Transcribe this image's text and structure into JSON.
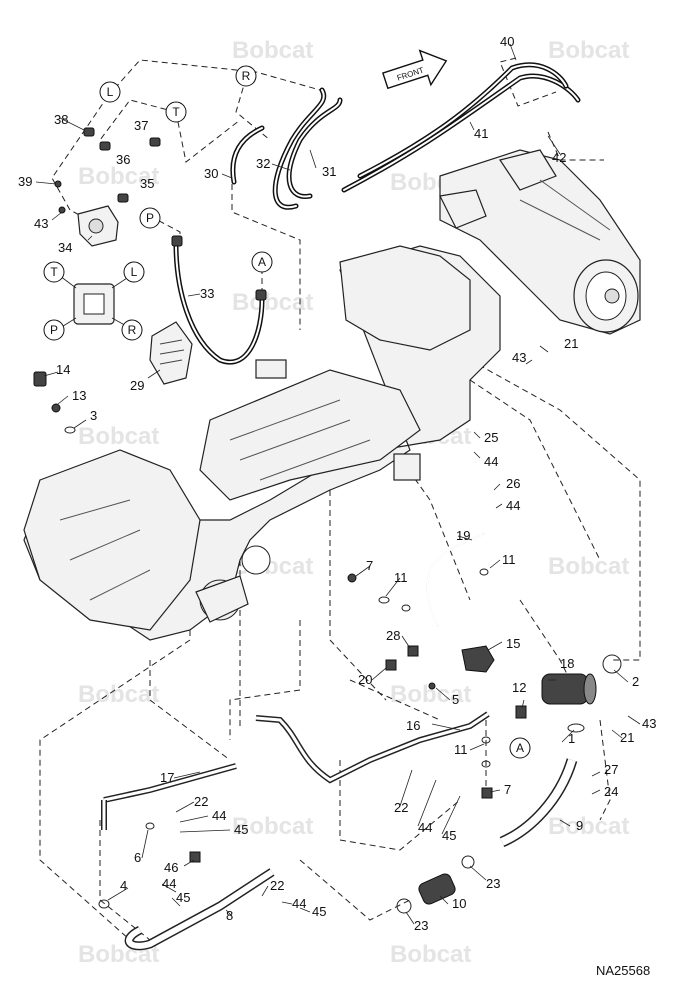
{
  "watermark": {
    "brand": "Bobcat"
  },
  "diagram_code": "NA25568",
  "front_arrow_label": "FRONT",
  "port_labels": {
    "T": "T",
    "L": "L",
    "P": "P",
    "R": "R",
    "A": "A"
  },
  "callouts": {
    "c1": "1",
    "c2": "2",
    "c3": "3",
    "c4": "4",
    "c5": "5",
    "c6": "6",
    "c7": "7",
    "c8": "8",
    "c9": "9",
    "c10": "10",
    "c11": "11",
    "c12": "12",
    "c13": "13",
    "c14": "14",
    "c15": "15",
    "c16": "16",
    "c17": "17",
    "c18": "18",
    "c19": "19",
    "c20": "20",
    "c21": "21",
    "c22": "22",
    "c23": "23",
    "c24": "24",
    "c25": "25",
    "c26": "26",
    "c27": "27",
    "c28": "28",
    "c29": "29",
    "c30": "30",
    "c31": "31",
    "c32": "32",
    "c33": "33",
    "c34": "34",
    "c35": "35",
    "c36": "36",
    "c37": "37",
    "c38": "38",
    "c39": "39",
    "c40": "40",
    "c41": "41",
    "c42": "42",
    "c43": "43",
    "c44": "44",
    "c45": "45",
    "c46": "46"
  }
}
